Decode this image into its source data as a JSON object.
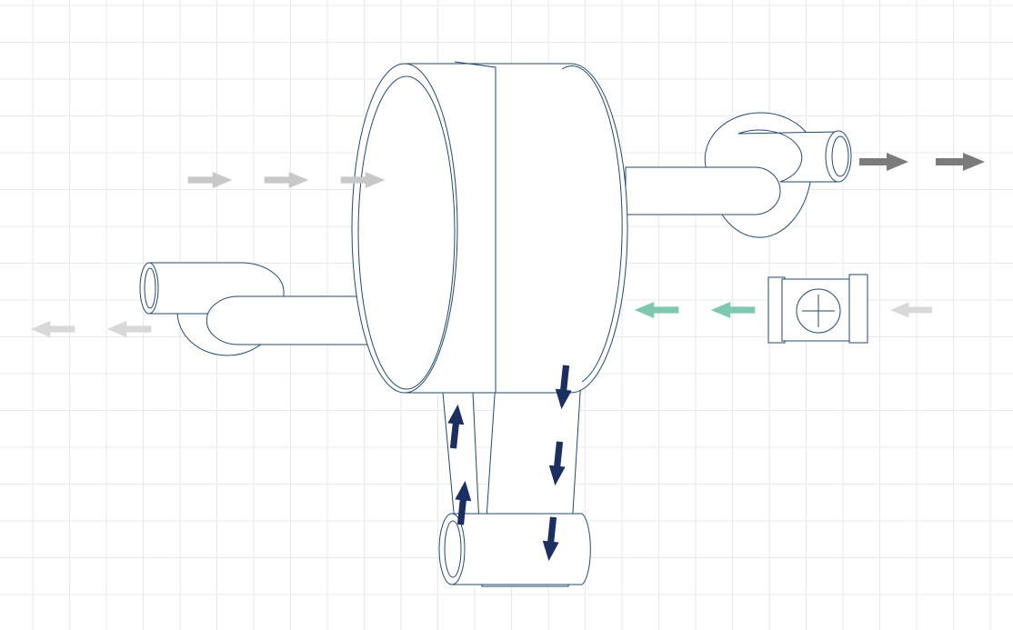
{
  "diagram": {
    "kind": "line-drawing",
    "labels": []
  },
  "colors": {
    "background": "#ffffff",
    "grid": "#e6e8eb",
    "outline": "#234a6e",
    "flow_inlet": "#c8c8c8",
    "flow_outlet": "#7b7b7b",
    "flow_bypass": "#7fc8b0",
    "flow_return": "#d8d8d8",
    "flow_belt": "#1c2f63"
  },
  "flows": {
    "inlet": {
      "direction": "right",
      "count": 3
    },
    "upper_outlet": {
      "direction": "right",
      "count": 2
    },
    "valve_inlet": {
      "direction": "left",
      "count": 1
    },
    "valve_to_drum": {
      "direction": "left",
      "count": 2
    },
    "lower_outlet": {
      "direction": "left",
      "count": 2
    },
    "belt_down": {
      "direction": "down",
      "count": 3
    },
    "belt_up": {
      "direction": "up",
      "count": 2
    }
  },
  "components": [
    "drum",
    "upper-right-pipe",
    "lower-left-pipe",
    "valve",
    "belt",
    "bottom-roller"
  ]
}
